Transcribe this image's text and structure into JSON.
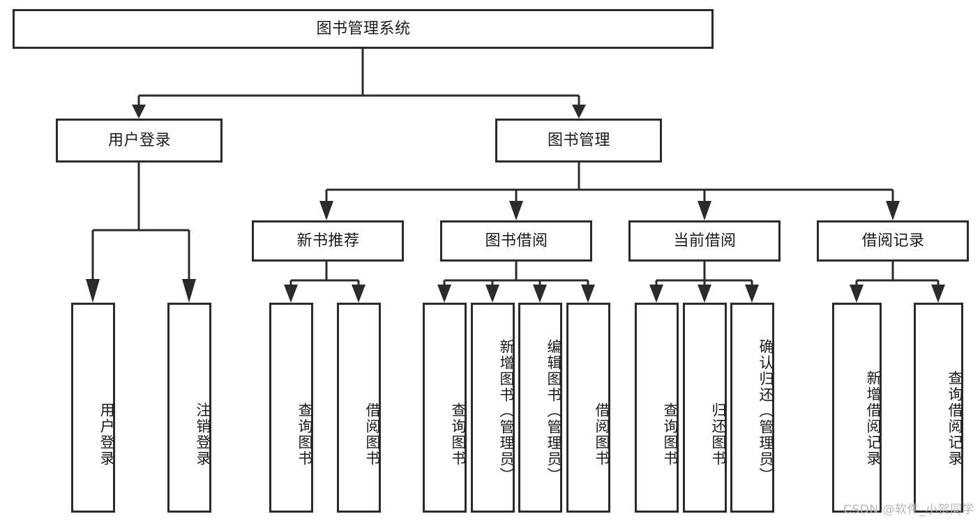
{
  "diagram": {
    "title": "图书管理系统",
    "type": "hierarchy-tree",
    "watermark": "CSDN @软件_小贺同学",
    "colors": {
      "stroke": "#2b2b2b",
      "fill": "#ffffff",
      "text": "#1a1a1a",
      "watermark": "#b9b9b9"
    },
    "nodes": {
      "root": {
        "label": "图书管理系统",
        "level": 1
      },
      "user_login": {
        "label": "用户登录",
        "level": 2
      },
      "book_manage": {
        "label": "图书管理",
        "level": 2
      },
      "new_book_rec": {
        "label": "新书推荐",
        "level": 3
      },
      "book_borrow": {
        "label": "图书借阅",
        "level": 3
      },
      "current_borrow": {
        "label": "当前借阅",
        "level": 3
      },
      "borrow_record": {
        "label": "借阅记录",
        "level": 3
      },
      "leaf_user_login": {
        "label": "用户登录",
        "level": 4
      },
      "leaf_logout": {
        "label": "注销登录",
        "level": 4
      },
      "leaf_query_book_1": {
        "label": "查询图书",
        "level": 4
      },
      "leaf_borrow_book_1": {
        "label": "借阅图书",
        "level": 4
      },
      "leaf_query_book_2": {
        "label": "查询图书",
        "level": 4
      },
      "leaf_add_book": {
        "label": "新增图书（管理员）",
        "level": 4
      },
      "leaf_edit_book": {
        "label": "编辑图书（管理员）",
        "level": 4
      },
      "leaf_borrow_book_2": {
        "label": "借阅图书",
        "level": 4
      },
      "leaf_query_book_3": {
        "label": "查询图书",
        "level": 4
      },
      "leaf_return_book": {
        "label": "归还图书",
        "level": 4
      },
      "leaf_confirm_return": {
        "label": "确认归还（管理员）",
        "level": 4
      },
      "leaf_add_record": {
        "label": "新增借阅记录",
        "level": 4
      },
      "leaf_query_record": {
        "label": "查询借阅记录",
        "level": 4
      }
    }
  }
}
